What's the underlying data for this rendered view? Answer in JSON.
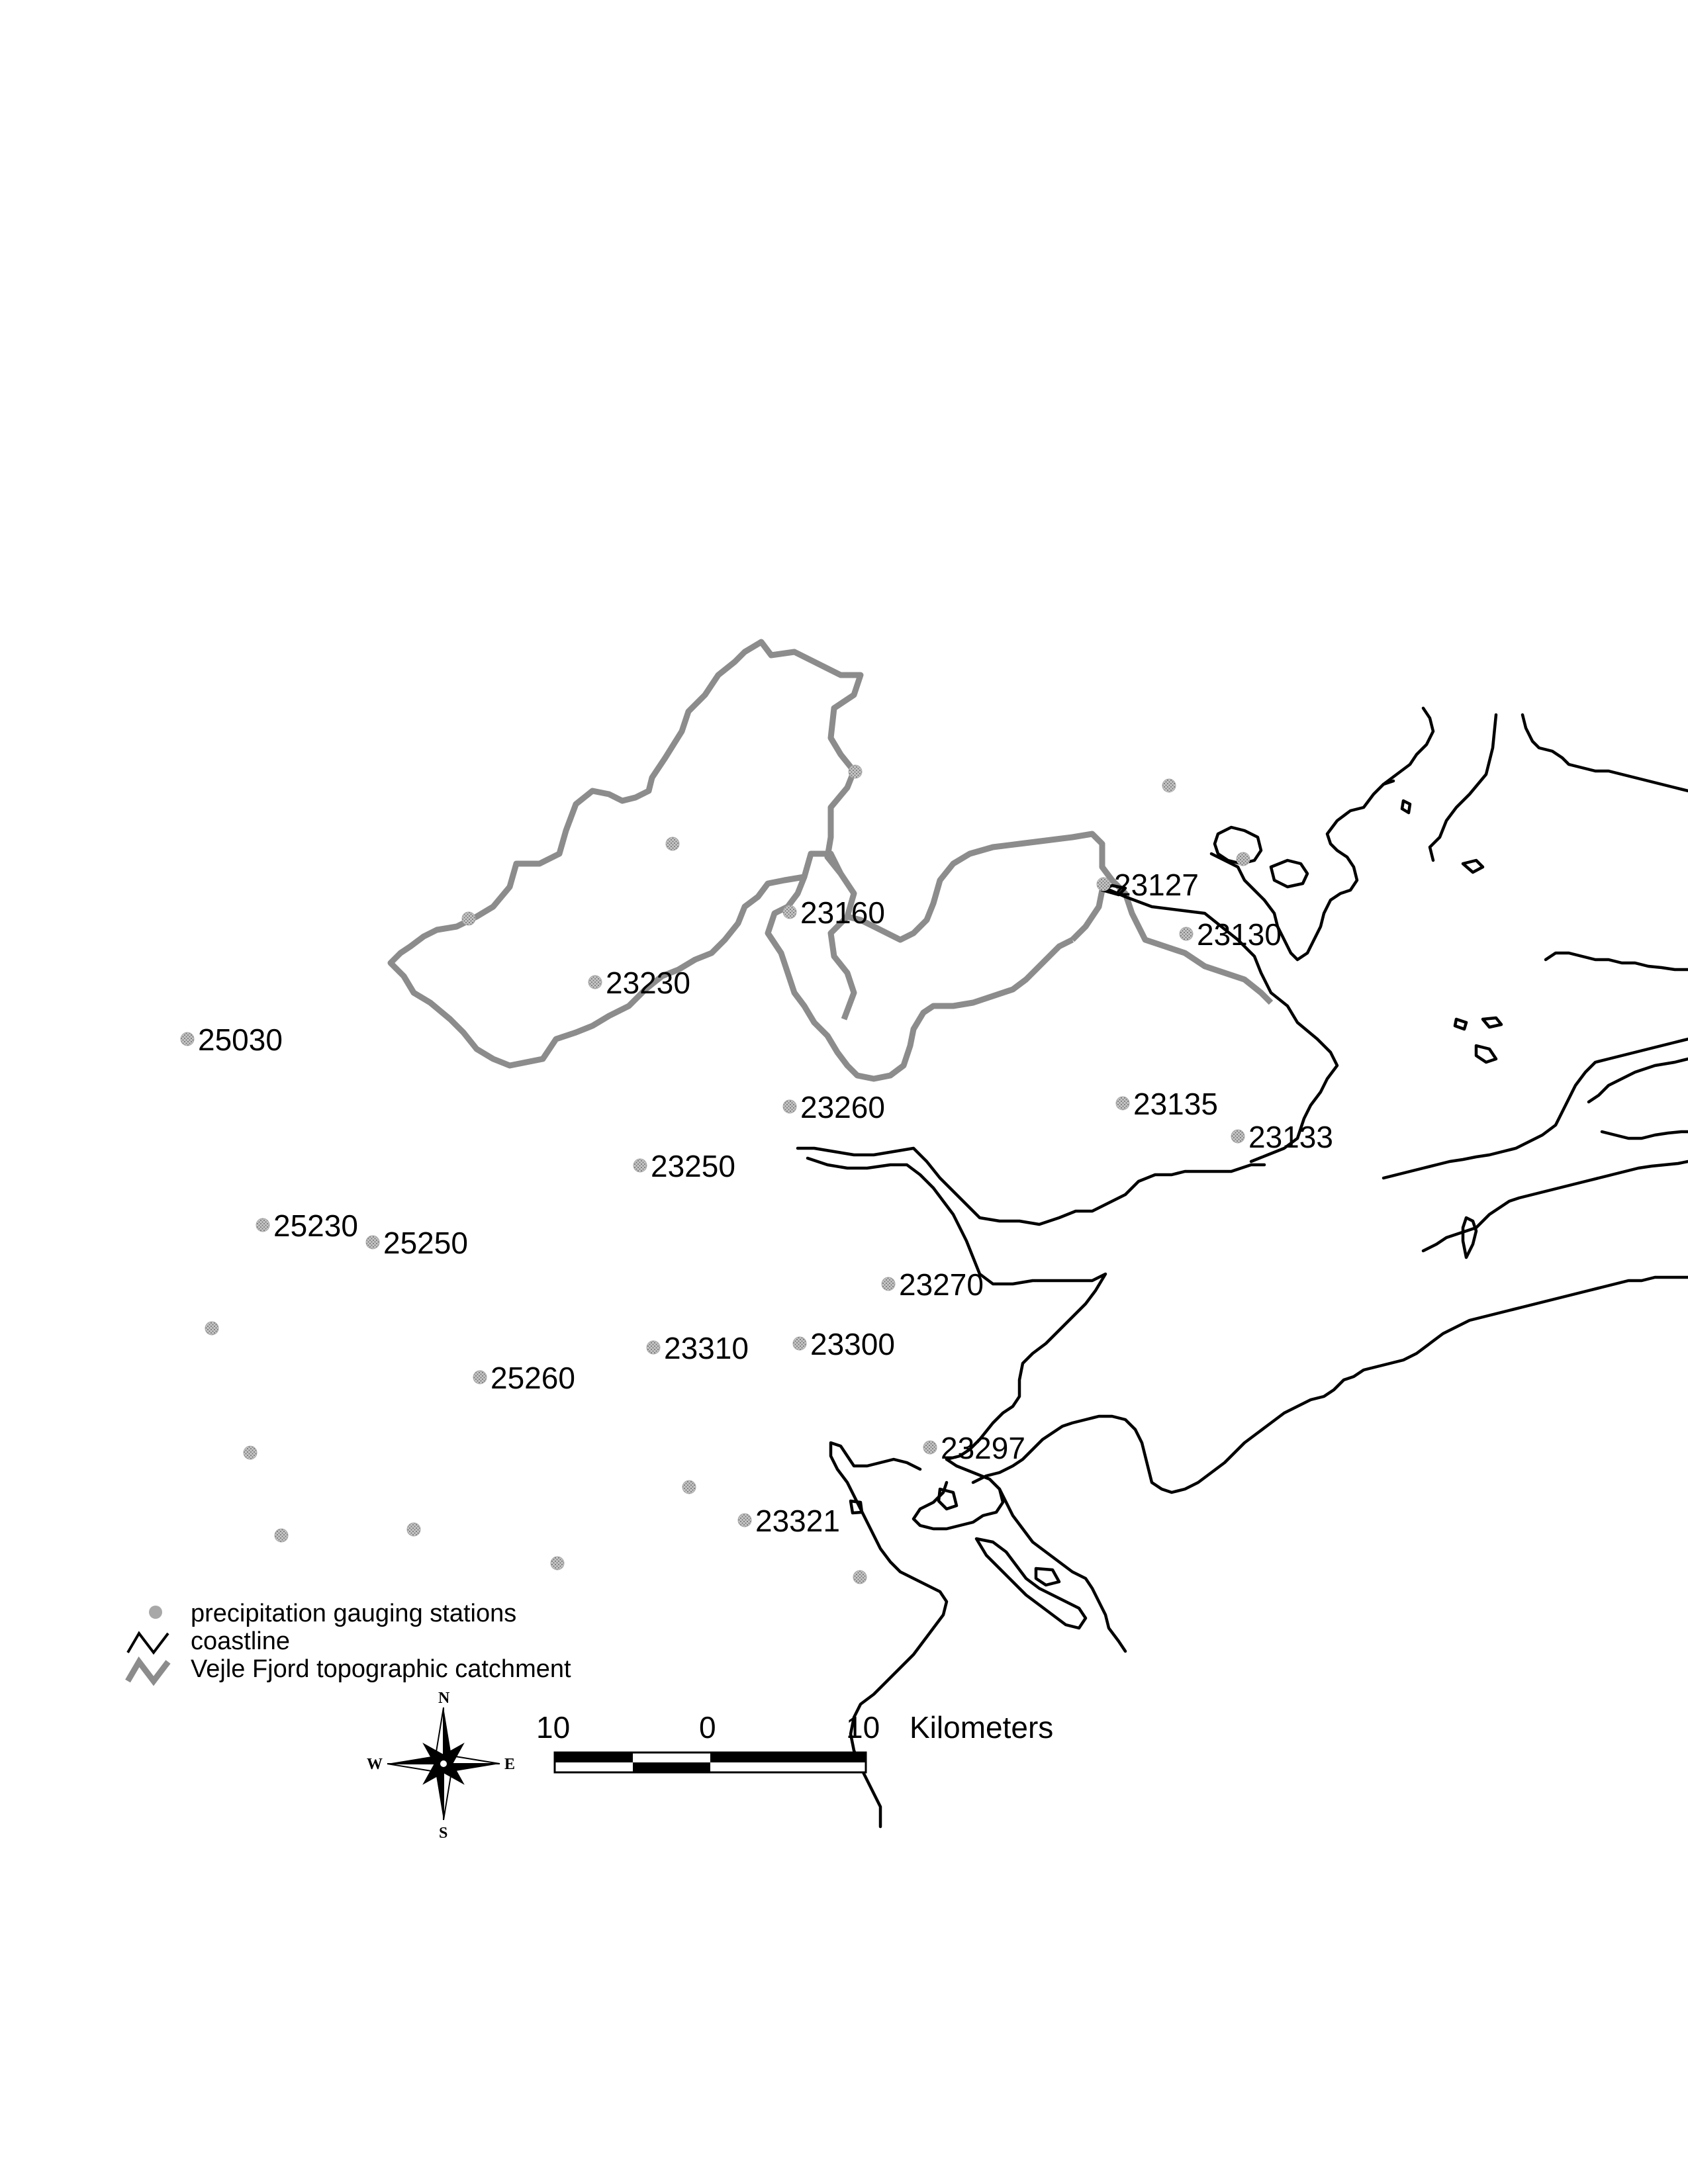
{
  "colors": {
    "station": "#a8a8a8",
    "catchment": "#8c8c8c",
    "coastline": "#000000"
  },
  "stations": [
    {
      "id": "s01",
      "label": "23160"
    },
    {
      "id": "s02",
      "label": "23127"
    },
    {
      "id": "s03",
      "label": "23130"
    },
    {
      "id": "s04",
      "label": "23230"
    },
    {
      "id": "s05",
      "label": "25030"
    },
    {
      "id": "s06",
      "label": "23260"
    },
    {
      "id": "s07",
      "label": "23135"
    },
    {
      "id": "s08",
      "label": "23133"
    },
    {
      "id": "s09",
      "label": "23250"
    },
    {
      "id": "s10",
      "label": "25230"
    },
    {
      "id": "s11",
      "label": "25250"
    },
    {
      "id": "s12",
      "label": "23270"
    },
    {
      "id": "s13",
      "label": "23310"
    },
    {
      "id": "s14",
      "label": "23300"
    },
    {
      "id": "s15",
      "label": "25260"
    },
    {
      "id": "s16",
      "label": "23297"
    },
    {
      "id": "s17",
      "label": "23321"
    },
    {
      "id": "s18",
      "label": ""
    },
    {
      "id": "s19",
      "label": ""
    },
    {
      "id": "s20",
      "label": ""
    },
    {
      "id": "s21",
      "label": ""
    },
    {
      "id": "s22",
      "label": ""
    },
    {
      "id": "s23",
      "label": ""
    },
    {
      "id": "s24",
      "label": ""
    },
    {
      "id": "s25",
      "label": ""
    },
    {
      "id": "s26",
      "label": ""
    },
    {
      "id": "s27",
      "label": ""
    },
    {
      "id": "s28",
      "label": ""
    },
    {
      "id": "s29",
      "label": ""
    }
  ],
  "legend": {
    "stations": "precipitation gauging stations",
    "coastline": "coastline",
    "catchment": "Vejle Fjord topographic catchment"
  },
  "scale_bar": {
    "left": "10",
    "middle": "0",
    "right": "10",
    "unit": "Kilometers"
  },
  "compass": {
    "n": "N",
    "s": "S",
    "e": "E",
    "w": "W"
  }
}
